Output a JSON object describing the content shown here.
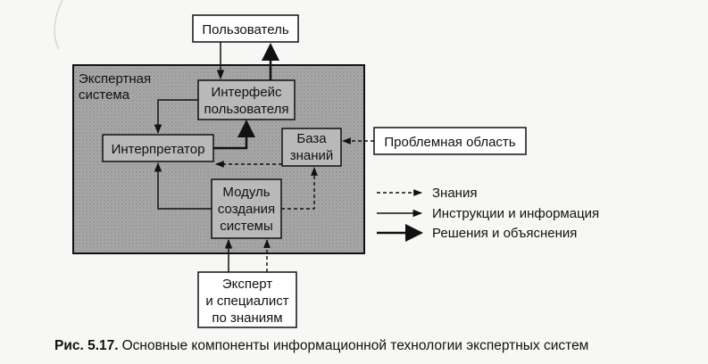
{
  "diagram": {
    "user_box": "Пользователь",
    "expert_system_label": [
      "Экспертная",
      "система"
    ],
    "interface_box": [
      "Интерфейс",
      "пользователя"
    ],
    "interpreter_box": "Интерпретатор",
    "knowledge_base_box": [
      "База",
      "знаний"
    ],
    "problem_domain_box": "Проблемная область",
    "module_box": [
      "Модуль",
      "создания",
      "системы"
    ],
    "expert_box": [
      "Эксперт",
      "и специалист",
      "по знаниям"
    ]
  },
  "legend": {
    "knowledge": "Знания",
    "instructions": "Инструкции и информация",
    "decisions": "Решения и объяснения"
  },
  "caption": {
    "number": "Рис. 5.17.",
    "text": "Основные компоненты информационной технологии экспертных систем"
  },
  "colors": {
    "expert_system_fill": "#a8a8a8",
    "box_fill": "#ffffff",
    "line": "#111111"
  }
}
